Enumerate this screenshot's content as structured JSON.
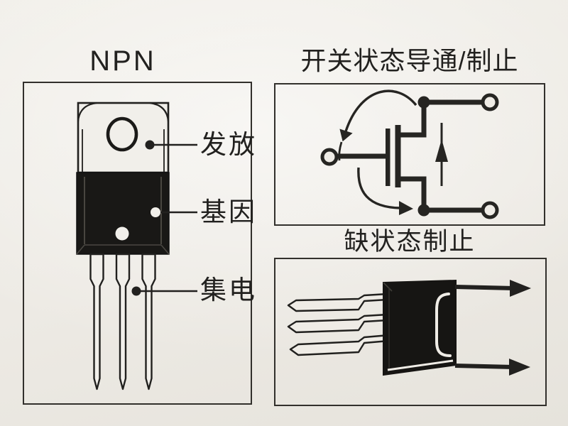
{
  "colors": {
    "paper": "#edeae4",
    "ink": "#22211f"
  },
  "panels": {
    "npn": {
      "title": "NPN",
      "pin_labels": [
        {
          "label": "发放"
        },
        {
          "label": "基因"
        },
        {
          "label": "集电"
        }
      ]
    },
    "switch_state": {
      "title": "开关状态导通/制止"
    },
    "cutoff_state": {
      "title": "缺状态制止"
    }
  }
}
